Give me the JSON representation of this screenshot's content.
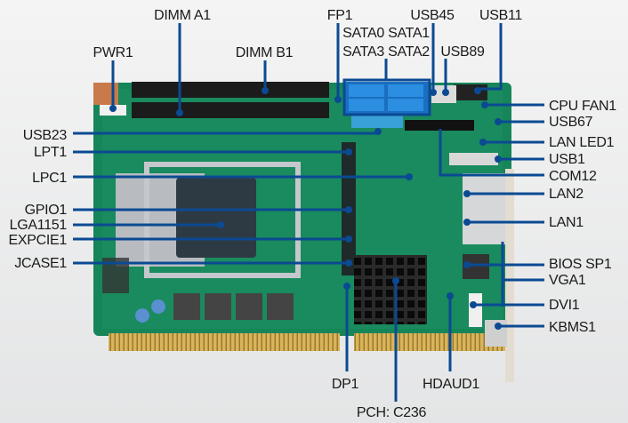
{
  "title": "Motherboard connector layout",
  "colors": {
    "leader": "#0b4a93",
    "pcb": "#17855a",
    "label": "#1a1a1a"
  },
  "labels": {
    "dimm_a1": "DIMM A1",
    "pwr1": "PWR1",
    "dimm_b1": "DIMM B1",
    "fp1": "FP1",
    "sata_top": "SATA0 SATA1",
    "sata_bottom": "SATA3 SATA2",
    "usb45": "USB45",
    "usb11": "USB11",
    "usb89": "USB89",
    "cpu_fan1": "CPU FAN1",
    "usb67": "USB67",
    "lan_led1": "LAN LED1",
    "usb1": "USB1",
    "com12": "COM12",
    "lan2": "LAN2",
    "lan1": "LAN1",
    "bios_sp1": "BIOS SP1",
    "vga1": "VGA1",
    "dvi1": "DVI1",
    "kbms1": "KBMS1",
    "usb23": "USB23",
    "lpt1": "LPT1",
    "lpc1": "LPC1",
    "gpio1": "GPIO1",
    "lga1151": "LGA1151",
    "expcie1": "EXPCIE1",
    "jcase1": "JCASE1",
    "dp1": "DP1",
    "pch": "PCH: C236",
    "hdaud1": "HDAUD1"
  }
}
